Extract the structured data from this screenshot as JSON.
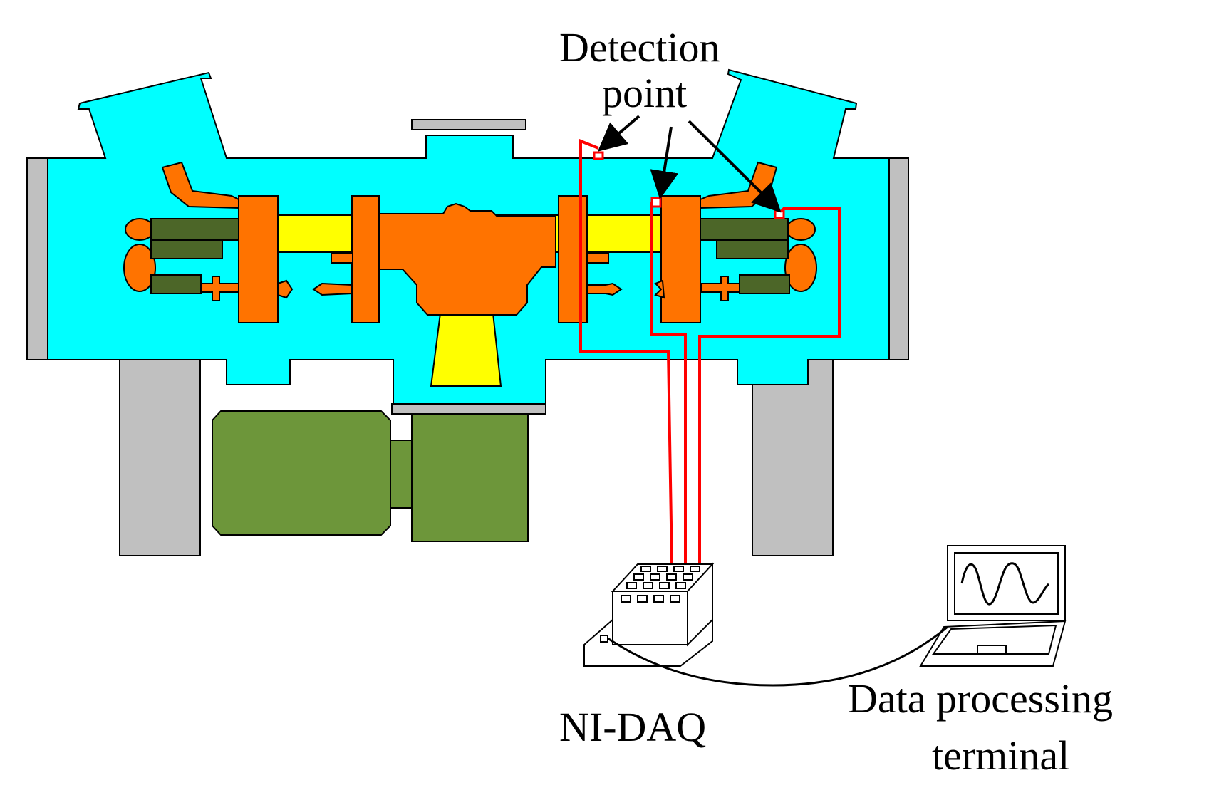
{
  "labels": {
    "detection_line1": "Detection",
    "detection_line2": "point",
    "daq": "NI-DAQ",
    "terminal_line1": "Data processing",
    "terminal_line2": "terminal"
  },
  "colors": {
    "casing": "#00ffff",
    "rotor": "#ff7300",
    "shaft": "#ffff00",
    "bearing_block": "#4c6628",
    "motor": "#6d963a",
    "support": "#c0c0c0",
    "sensor_wire": "#ff0000",
    "outline": "#000000"
  },
  "icons": {
    "sensors": "sensor-icon",
    "daq": "daq-device-icon",
    "laptop": "laptop-icon",
    "waveform": "sine-wave-icon"
  }
}
